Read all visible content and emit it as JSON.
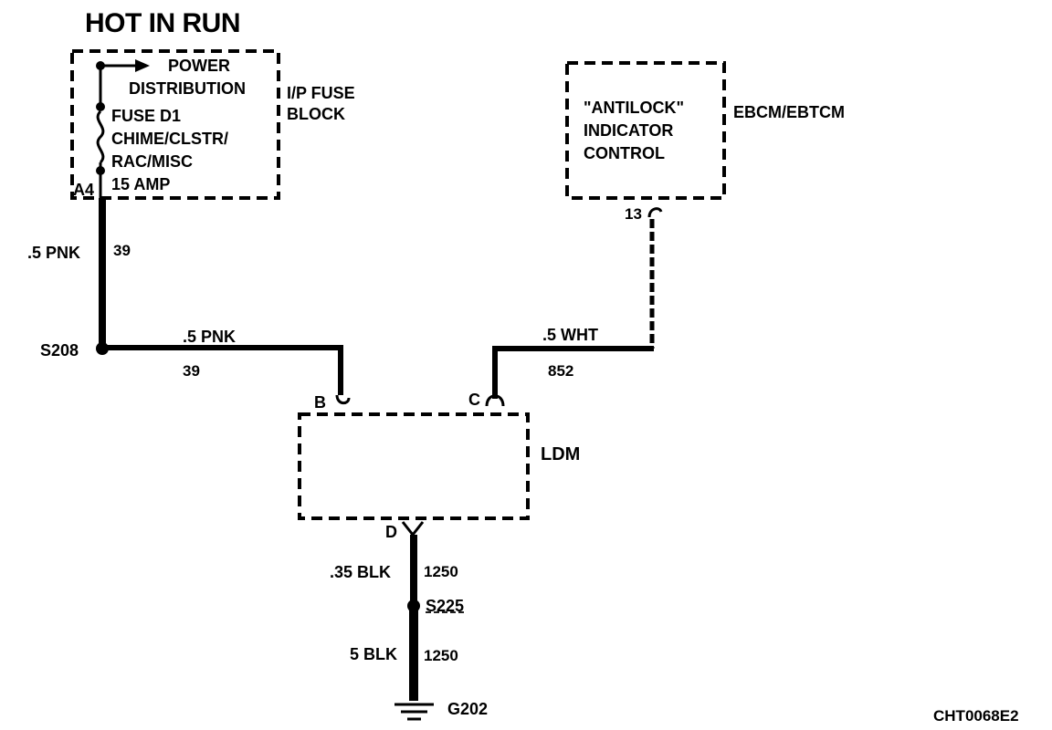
{
  "title": "HOT IN RUN",
  "fuse_block": {
    "power_line1": "POWER",
    "power_line2": "DISTRIBUTION",
    "name_line1": "I/P FUSE",
    "name_line2": "BLOCK",
    "fuse_line1": "FUSE D1",
    "fuse_line2": "CHIME/CLSTR/",
    "fuse_line3": "RAC/MISC",
    "fuse_line4": "15 AMP",
    "terminal": "A4"
  },
  "ebcm": {
    "line1": "\"ANTILOCK\"",
    "line2": "INDICATOR",
    "line3": "CONTROL",
    "name": "EBCM/EBTCM",
    "pin": "13"
  },
  "wires": {
    "w1_size_color": ".5 PNK",
    "w1_circuit": "39",
    "w2_size_color": ".5 PNK",
    "w2_circuit": "39",
    "w3_size_color": ".5 WHT",
    "w3_circuit": "852",
    "w4_size_color": ".35 BLK",
    "w4_circuit": "1250",
    "w5_size_color": "5 BLK",
    "w5_circuit": "1250"
  },
  "splices": {
    "s208": "S208",
    "s225": "S225"
  },
  "ldm": {
    "name": "LDM",
    "pin_b": "B",
    "pin_c": "C",
    "pin_d": "D"
  },
  "ground": "G202",
  "code": "CHT0068E2"
}
